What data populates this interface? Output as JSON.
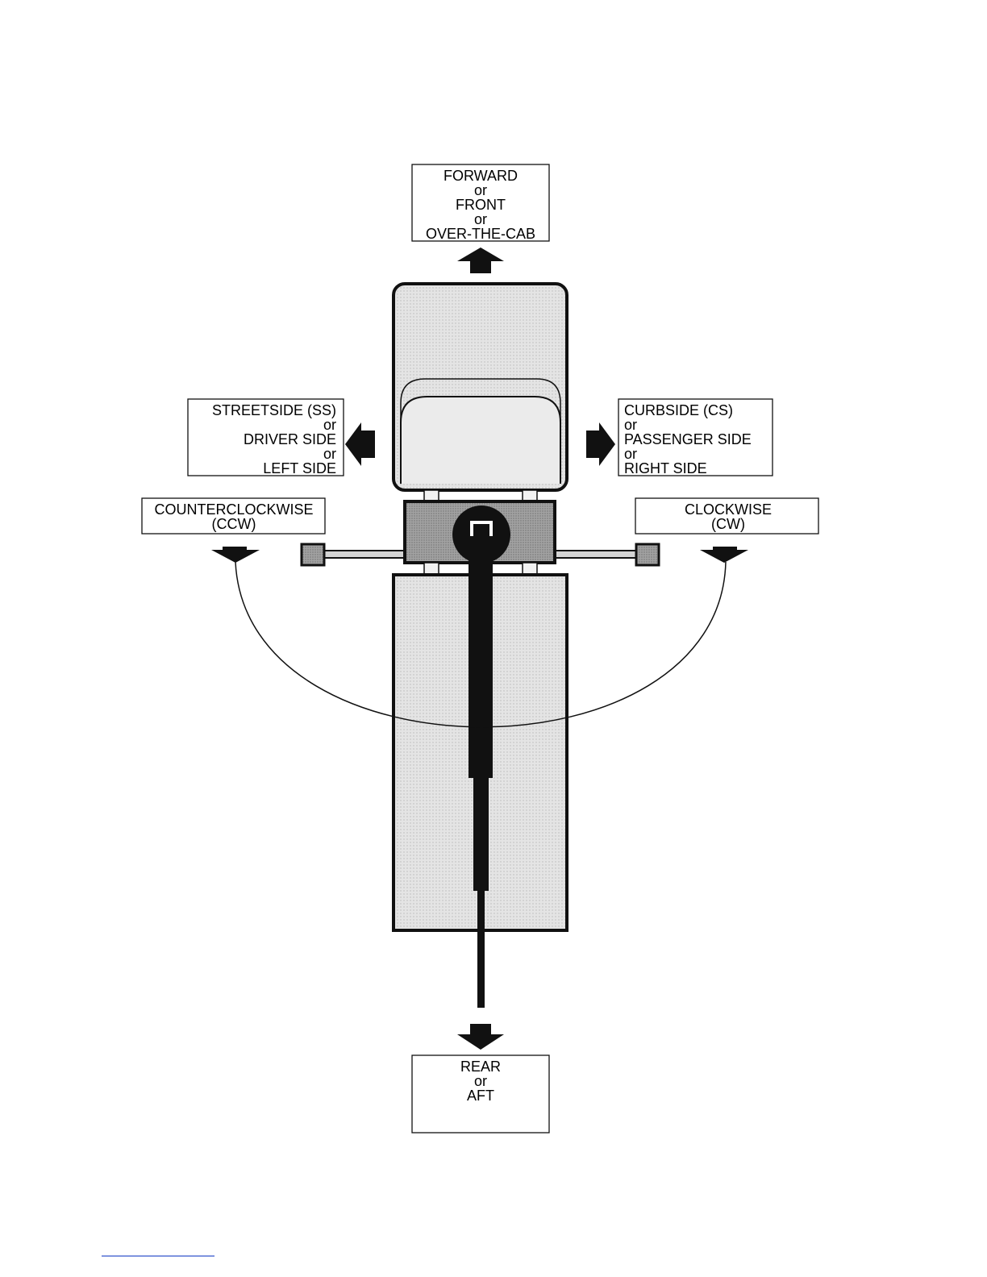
{
  "labels": {
    "forward": [
      "FORWARD",
      "or",
      "FRONT",
      "or",
      "OVER-THE-CAB"
    ],
    "streetside": [
      "STREETSIDE (SS)",
      "or",
      "DRIVER SIDE",
      "or",
      "LEFT SIDE"
    ],
    "curbside": [
      "CURBSIDE (CS)",
      "or",
      "PASSENGER SIDE",
      "or",
      "RIGHT SIDE"
    ],
    "ccw": [
      "COUNTERCLOCKWISE",
      "(CCW)"
    ],
    "cw": [
      "CLOCKWISE",
      "(CW)"
    ],
    "rear": [
      "REAR",
      "or",
      "AFT"
    ]
  },
  "colors": {
    "vehicle_fill": "#e4e4e4",
    "turret_fill": "#9a9a9a",
    "ink": "#111111",
    "footer_rule": "#3355cc"
  }
}
